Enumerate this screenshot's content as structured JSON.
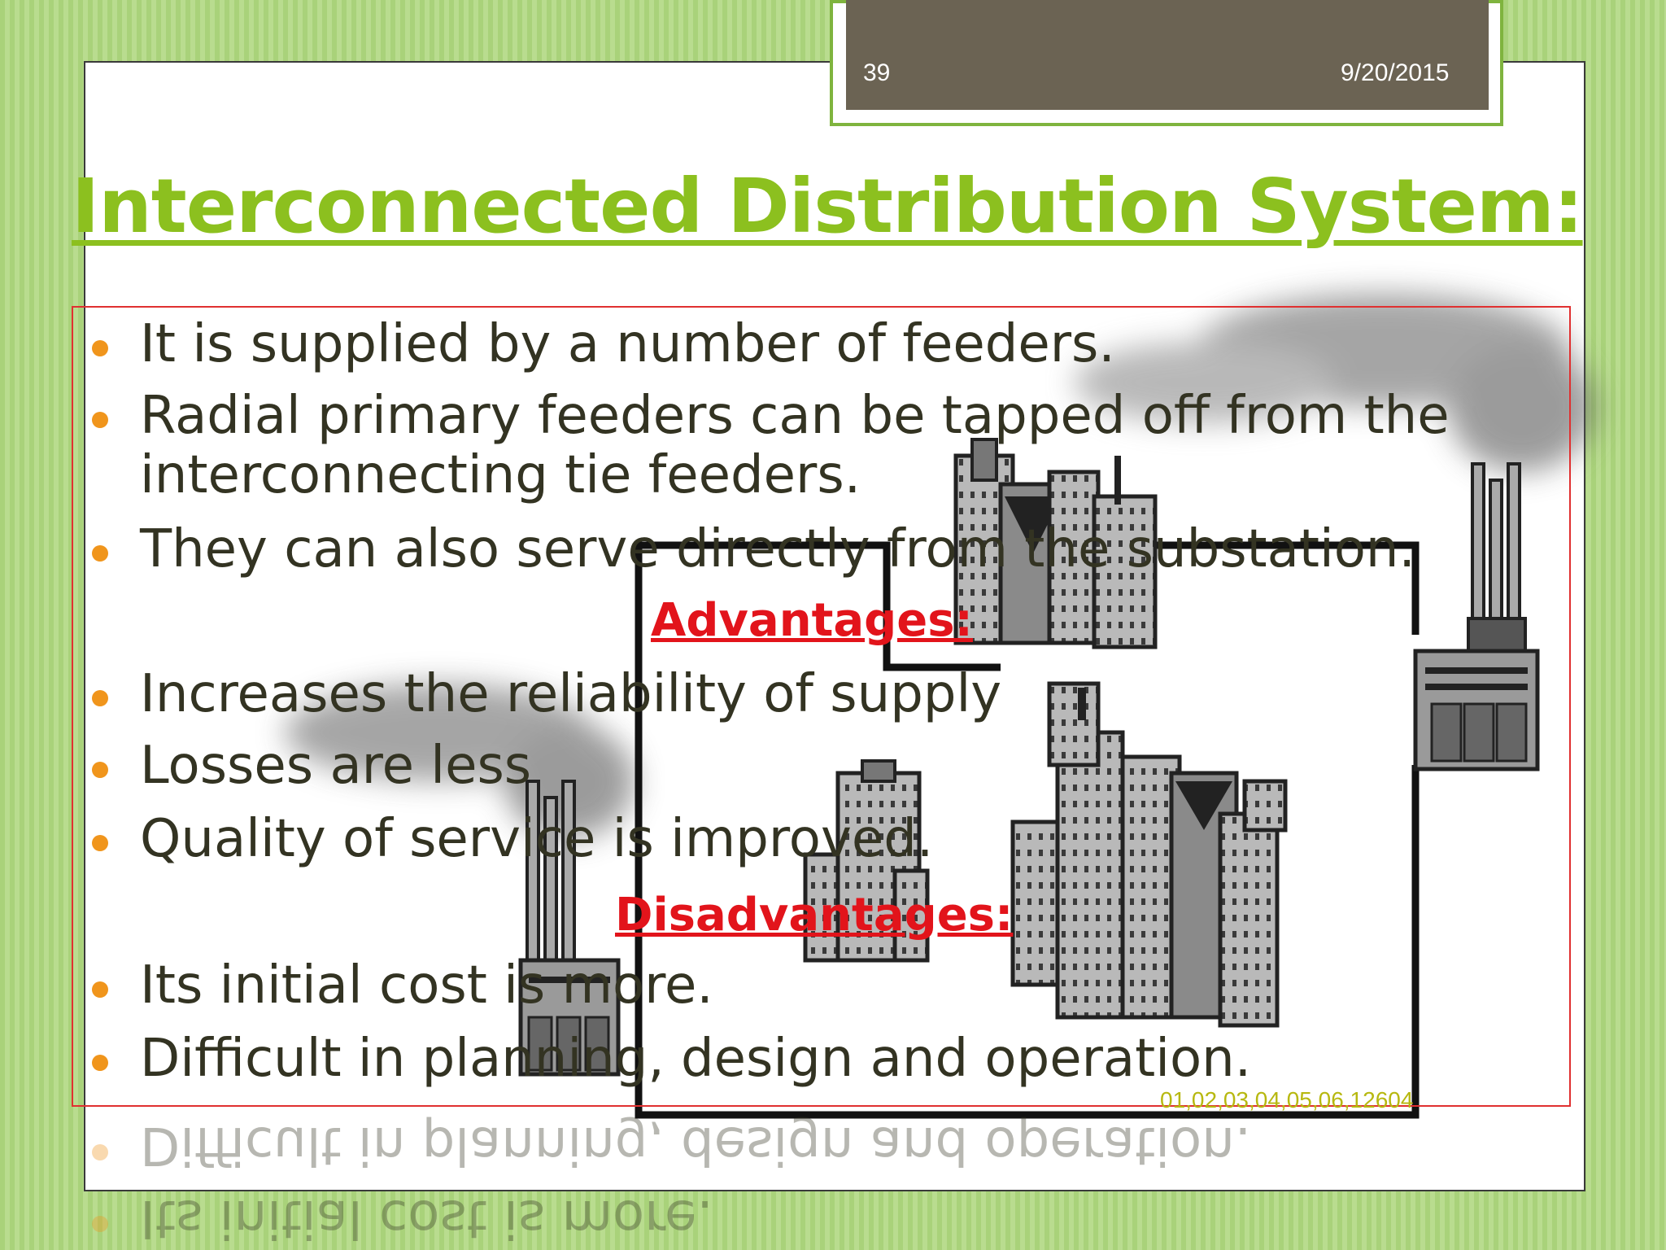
{
  "header": {
    "slide_number": "39",
    "date": "9/20/2015"
  },
  "title": "Interconnected Distribution System:",
  "bullets": {
    "b1": "It is supplied by a number of feeders.",
    "b2_line1": "Radial primary feeders can be tapped off from the",
    "b2_line2": "interconnecting tie feeders.",
    "b3": "They can also serve directly from the substation."
  },
  "advantages": {
    "heading": "Advantages:",
    "a1": "Increases the reliability of supply",
    "a2": "Losses are less",
    "a3": "Quality of service is improved."
  },
  "disadvantages": {
    "heading": "Disadvantages:",
    "d1": "Its initial cost is more.",
    "d2": "Difficult in planning, design and operation."
  },
  "footer": {
    "codes": "01,02,03,04,05,06,12604"
  },
  "colors": {
    "title_green": "#8cc01f",
    "heading_red": "#e2141b",
    "bullet_orange": "#f0951c",
    "header_bar": "#6b6353"
  }
}
